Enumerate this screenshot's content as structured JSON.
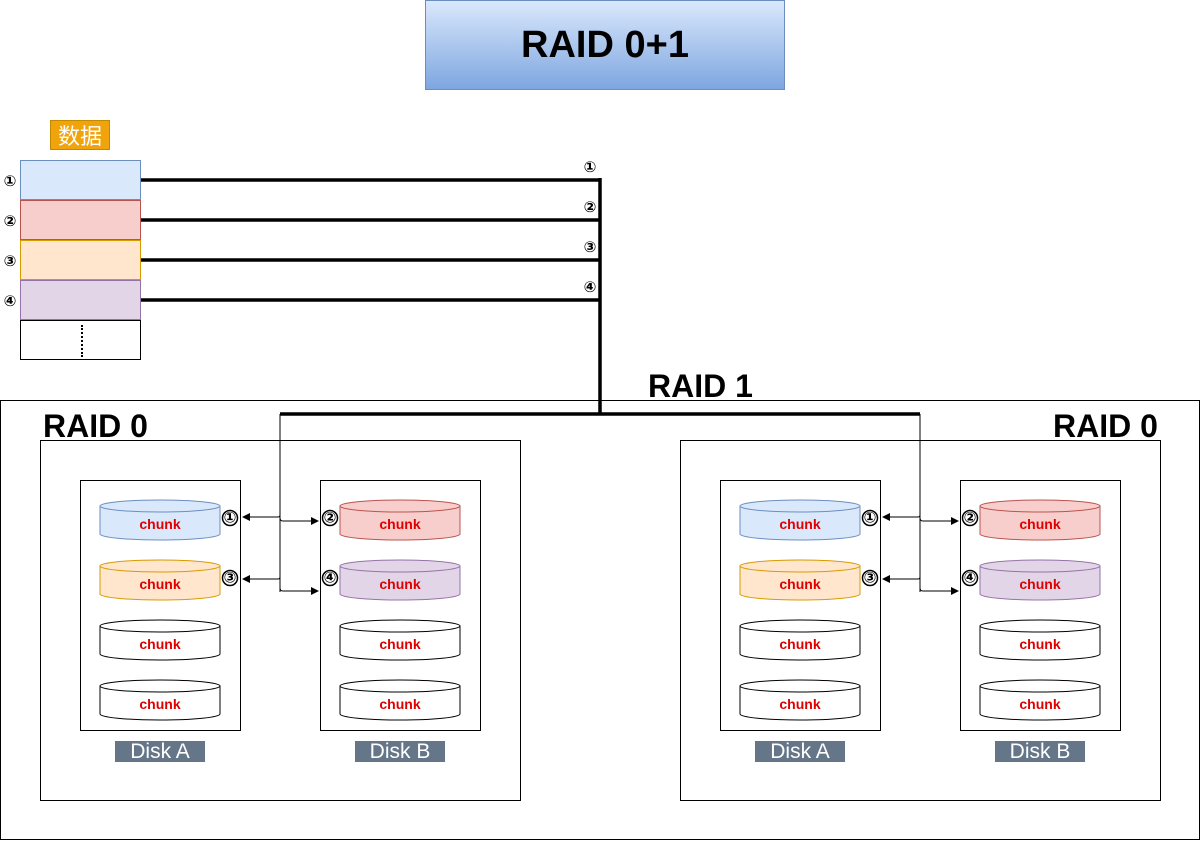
{
  "title": "RAID 0+1",
  "data_label": "数据",
  "data_blocks": [
    {
      "num": "①",
      "color": "#dae8fc",
      "border": "#6c8ebf"
    },
    {
      "num": "②",
      "color": "#f8cecc",
      "border": "#b85450"
    },
    {
      "num": "③",
      "color": "#ffe6cc",
      "border": "#d79b00"
    },
    {
      "num": "④",
      "color": "#e1d5e7",
      "border": "#9673a6"
    }
  ],
  "raid1_label": "RAID 1",
  "raid0_left_label": "RAID 0",
  "raid0_right_label": "RAID 0",
  "chunk_label": "chunk",
  "disk_a_label": "Disk A",
  "disk_b_label": "Disk B",
  "bus_numbers": [
    "①",
    "②",
    "③",
    "④"
  ],
  "disk_a_chunks": [
    {
      "fill": "#dae8fc",
      "stroke": "#6c8ebf",
      "num": "①"
    },
    {
      "fill": "#ffe6cc",
      "stroke": "#d79b00",
      "num": "③"
    },
    {
      "fill": "#ffffff",
      "stroke": "#000000",
      "num": ""
    },
    {
      "fill": "#ffffff",
      "stroke": "#000000",
      "num": ""
    }
  ],
  "disk_b_chunks": [
    {
      "fill": "#f8cecc",
      "stroke": "#b85450",
      "num": "②"
    },
    {
      "fill": "#e1d5e7",
      "stroke": "#9673a6",
      "num": "④"
    },
    {
      "fill": "#ffffff",
      "stroke": "#000000",
      "num": ""
    },
    {
      "fill": "#ffffff",
      "stroke": "#000000",
      "num": ""
    }
  ],
  "colors": {
    "title_top": "#dae8fc",
    "title_bottom": "#7ea6e0",
    "data_label_bg": "#f0a30a",
    "disk_label_bg": "#647687",
    "chunk_text": "#e00000"
  }
}
